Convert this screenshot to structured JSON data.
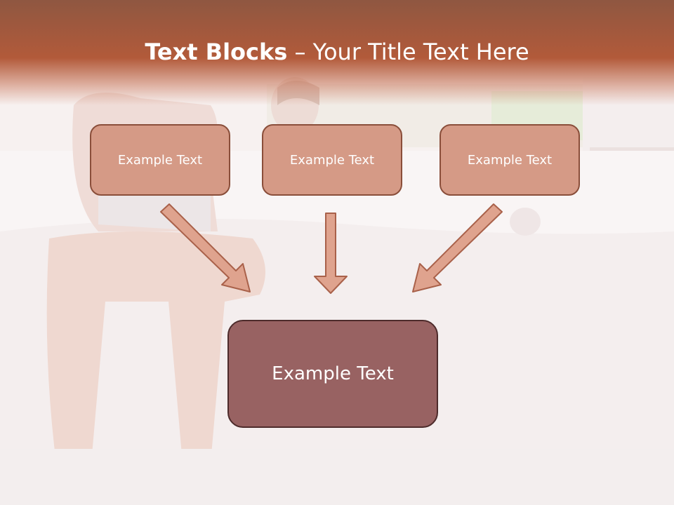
{
  "slide": {
    "title_bold": "Text Blocks",
    "title_rest": " – Your Title Text Here"
  },
  "blocks": [
    {
      "label": "Example Text"
    },
    {
      "label": "Example Text"
    },
    {
      "label": "Example Text"
    }
  ],
  "target": {
    "label": "Example Text"
  },
  "colors": {
    "banner": "#b25a3a",
    "small_fill": "#d59a86",
    "small_border": "#8a4e3a",
    "big_fill": "#986262",
    "big_border": "#4d2b2b",
    "arrow_fill": "#dfa38e",
    "arrow_stroke": "#a9614a"
  }
}
